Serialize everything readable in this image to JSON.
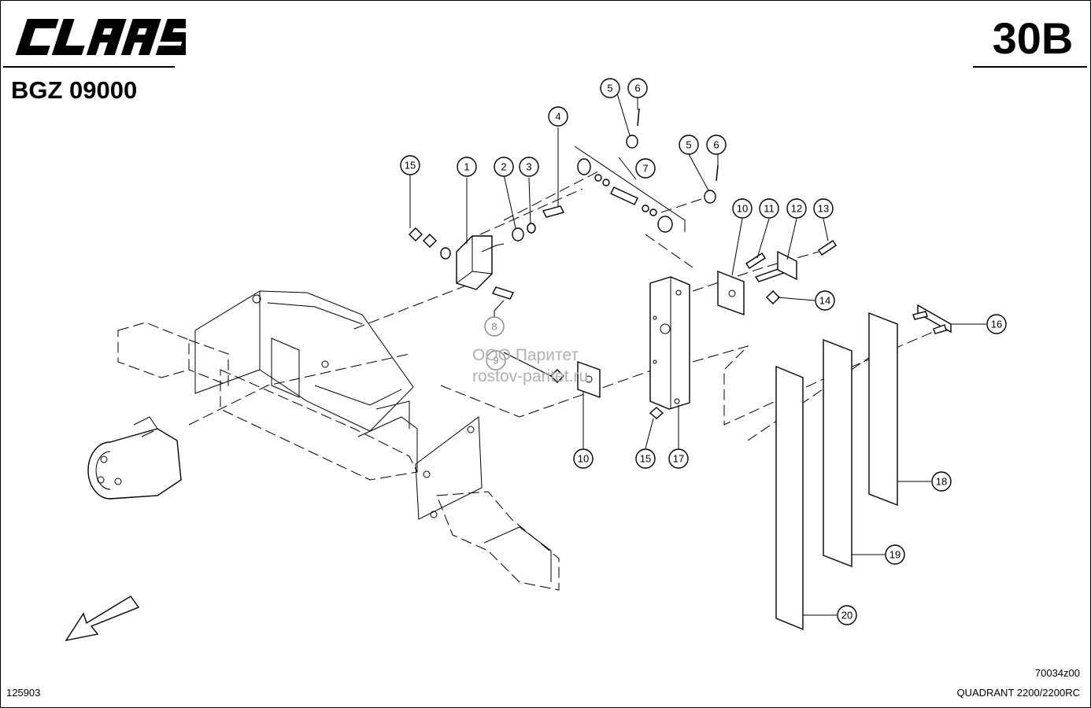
{
  "header": {
    "brand": "CLAAS",
    "sheet_number": "30B",
    "group_code": "BGZ 09000"
  },
  "footer": {
    "drawing_id": "125903",
    "image_code": "70034z00",
    "model": "QUADRANT 2200/2200RC"
  },
  "watermark": {
    "line1": "ООО Паритет",
    "line2": "rostov-paritet.ru"
  },
  "callouts": [
    "1",
    "2",
    "3",
    "4",
    "5",
    "6",
    "5",
    "6",
    "7",
    "8",
    "9",
    "10",
    "11",
    "12",
    "13",
    "14",
    "10",
    "15",
    "15",
    "16",
    "17",
    "18",
    "19",
    "20"
  ],
  "colors": {
    "line": "#000000",
    "watermark": "#b0b0b0",
    "background": "#ffffff"
  },
  "icons": {
    "direction": "arrow-down-left-icon"
  }
}
